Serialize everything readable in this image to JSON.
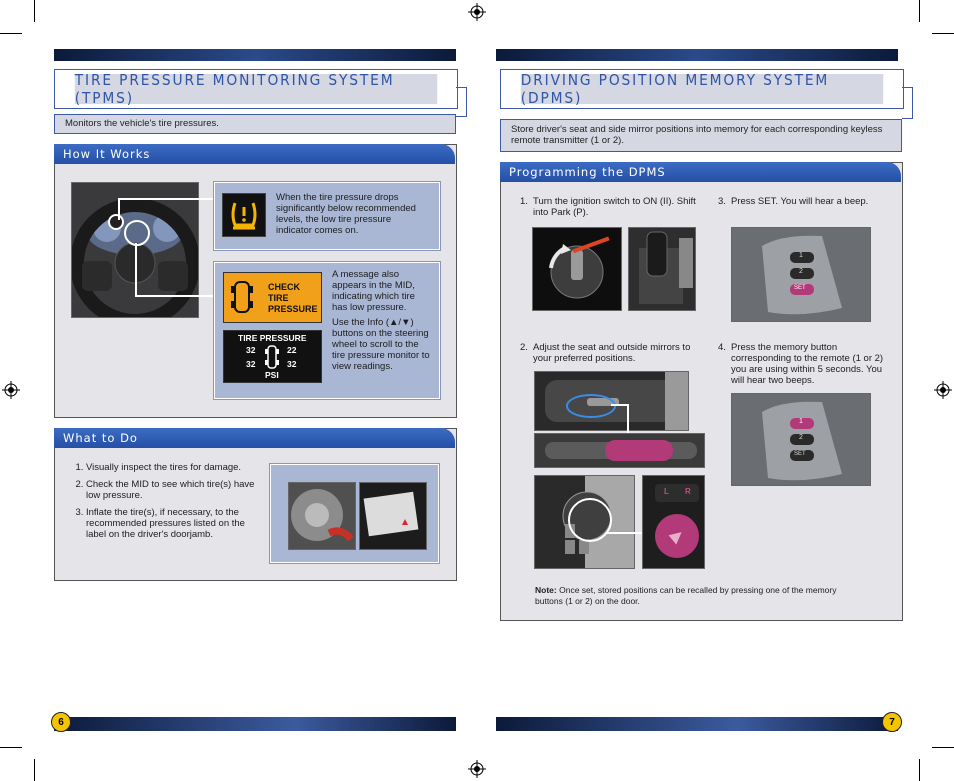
{
  "left": {
    "title": "TIRE PRESSURE MONITORING SYSTEM (TPMS)",
    "intro": "Monitors the vehicle's tire pressures.",
    "how_it_works": {
      "tab": "How It Works",
      "callout1": "When the tire pressure drops significantly below recommended levels, the low tire pressure indicator comes on.",
      "callout2a": "A message also appears in the MID, indicating which tire has low pressure.",
      "callout2b": "Use the Info (▲/▼) buttons on the steering wheel to scroll to the tire pressure monitor to view readings.",
      "mid_check": [
        "CHECK",
        "TIRE",
        "PRESSURE"
      ],
      "mid_readout_title": "TIRE PRESSURE",
      "mid_values": [
        "32",
        "22",
        "32",
        "32"
      ],
      "mid_unit": "PSI"
    },
    "what_to_do": {
      "tab": "What to Do",
      "steps": [
        "Visually inspect the tires for damage.",
        "Check the MID to see which tire(s) have low pressure.",
        "Inflate the tire(s), if necessary, to the recommended pressures listed on the label on the driver's doorjamb."
      ]
    },
    "page_number": "6"
  },
  "right": {
    "title": "DRIVING POSITION MEMORY SYSTEM (DPMS)",
    "intro": "Store driver's seat and side mirror positions into memory for each corresponding keyless remote transmitter (1 or 2).",
    "programming": {
      "tab": "Programming the DPMS",
      "step1": "Turn the ignition switch to ON (II). Shift into Park (P).",
      "step2": "Adjust the seat and outside mirrors to your preferred positions.",
      "step3": "Press SET. You will hear a beep.",
      "step4": "Press the memory button corresponding to the remote (1 or 2) you are using within 5 seconds. You will hear two beeps.",
      "step_numbers": [
        "1.",
        "2.",
        "3.",
        "4."
      ],
      "button_labels": [
        "1",
        "2",
        "SET"
      ],
      "mirror_labels": [
        "L",
        "R"
      ],
      "note_label": "Note:",
      "note_text": "Once set, stored positions can be recalled by pressing one of the memory buttons (1 or 2) on the door."
    },
    "page_number": "7"
  },
  "colors": {
    "accent": "#2f55a8",
    "panel": "#d5d8e2",
    "callout": "#a9b6d4",
    "section": "#e5e5e9",
    "mid_orange": "#f0a019"
  }
}
